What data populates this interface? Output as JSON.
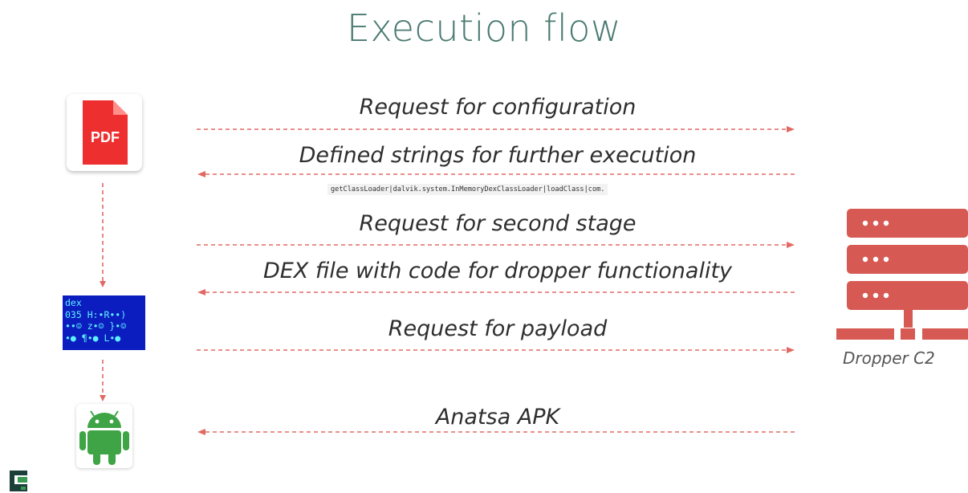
{
  "title": "Execution flow",
  "pdf_icon": {
    "text": "PDF",
    "color": "#ee2f2f"
  },
  "dex_icon": {
    "lines": [
      "dex",
      "035 H:•R••)",
      "••☺ z•☺ }•☺",
      "•● ¶•● L•●"
    ]
  },
  "server": {
    "label": "Dropper C2",
    "color": "#d65a53"
  },
  "colors": {
    "arrow": "#e06a63",
    "title": "#4a7a72",
    "android": "#3ea445"
  },
  "messages": [
    {
      "text": "Request for configuration",
      "direction": "to-server"
    },
    {
      "text": "Defined strings for further execution",
      "direction": "to-client"
    },
    {
      "text": "Request for second stage",
      "direction": "to-server"
    },
    {
      "text": "DEX file with code for dropper functionality",
      "direction": "to-client"
    },
    {
      "text": "Request for payload",
      "direction": "to-server"
    },
    {
      "text": "Anatsa APK",
      "direction": "to-client"
    }
  ],
  "code_snippet": "getClassLoader|dalvik.system.InMemoryDexClassLoader|loadClass|com."
}
